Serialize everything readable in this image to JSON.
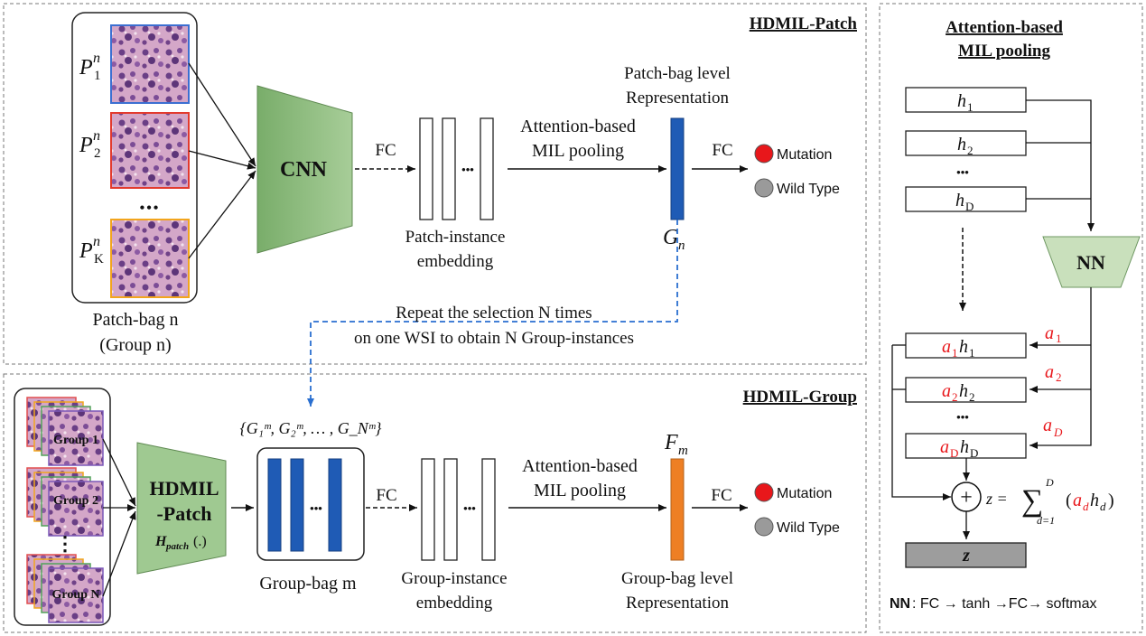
{
  "patch_panel": {
    "title": "HDMIL-Patch",
    "patch_labels": [
      {
        "base": "P",
        "sup": "n",
        "sub": "1"
      },
      {
        "base": "P",
        "sup": "n",
        "sub": "2"
      },
      {
        "base": "P",
        "sup": "n",
        "sub": "K"
      }
    ],
    "ellipsis": "•••",
    "bag_caption_1": "Patch-bag n",
    "bag_caption_2": "(Group n)",
    "cnn_label": "CNN",
    "fc_label_1": "FC",
    "embed_ellipsis": "•••",
    "embedding_caption_1": "Patch-instance",
    "embedding_caption_2": "embedding",
    "pooling_label_1": "Attention-based",
    "pooling_label_2": "MIL pooling",
    "rep_caption_1": "Patch-bag level",
    "rep_caption_2": "Representation",
    "rep_symbol": {
      "base": "G",
      "sub": "n"
    },
    "fc_label_2": "FC",
    "out_mutation": "Mutation",
    "out_wild": "Wild Type",
    "repeat_1": "Repeat the selection N times",
    "repeat_2": "on one WSI to obtain N Group-instances",
    "colors": {
      "rep": "#1f5bb5",
      "mutation": "#e8171b",
      "wild": "#9a9a9a",
      "cnn": "#93bf84"
    }
  },
  "group_panel": {
    "title": "HDMIL-Group",
    "groups": [
      "Group 1",
      "Group 2",
      "Group N"
    ],
    "ellipsis": "⋮",
    "module_line1": "HDMIL",
    "module_line2": "-Patch",
    "module_line3": "H",
    "module_line3_sub": "patch",
    "module_line3_tail": "(.)",
    "set_label": "{G₁ᵐ, G₂ᵐ, … , G_Nᵐ}",
    "bag_ellipsis": "•••",
    "bag_caption": "Group-bag m",
    "fc_label_1": "FC",
    "embed_ellipsis": "•••",
    "embedding_caption_1": "Group-instance",
    "embedding_caption_2": "embedding",
    "pooling_label_1": "Attention-based",
    "pooling_label_2": "MIL pooling",
    "rep_symbol": {
      "base": "F",
      "sub": "m"
    },
    "rep_caption_1": "Group-bag level",
    "rep_caption_2": "Representation",
    "fc_label_2": "FC",
    "out_mutation": "Mutation",
    "out_wild": "Wild Type",
    "colors": {
      "rep": "#ee7f24",
      "bag_inner": "#1f5bb5"
    }
  },
  "attention_panel": {
    "title_1": "Attention-based",
    "title_2": "MIL pooling",
    "inputs": [
      {
        "base": "h",
        "sub": "1"
      },
      {
        "base": "h",
        "sub": "2"
      },
      {
        "base": "h",
        "sub": "D"
      }
    ],
    "ellipsis": "•••",
    "nn_label": "NN",
    "weighted": [
      {
        "a_sub": "1",
        "h_sub": "1"
      },
      {
        "a_sub": "2",
        "h_sub": "2"
      },
      {
        "a_sub": "D",
        "h_sub": "D"
      }
    ],
    "weights": [
      {
        "base": "a",
        "sub": "1"
      },
      {
        "base": "a",
        "sub": "2"
      },
      {
        "base": "a",
        "sub": "D"
      }
    ],
    "plus": "+",
    "formula": {
      "lhs": "z =",
      "sum": "∑",
      "upper": "D",
      "lower": "d=1"
    },
    "output_label": "z",
    "footer_bold": "NN",
    "footer_text": ": FC → tanh →FC→ softmax",
    "colors": {
      "weight": "#e8171b",
      "nn": "#c9e0bc",
      "output": "#9d9d9d"
    }
  }
}
